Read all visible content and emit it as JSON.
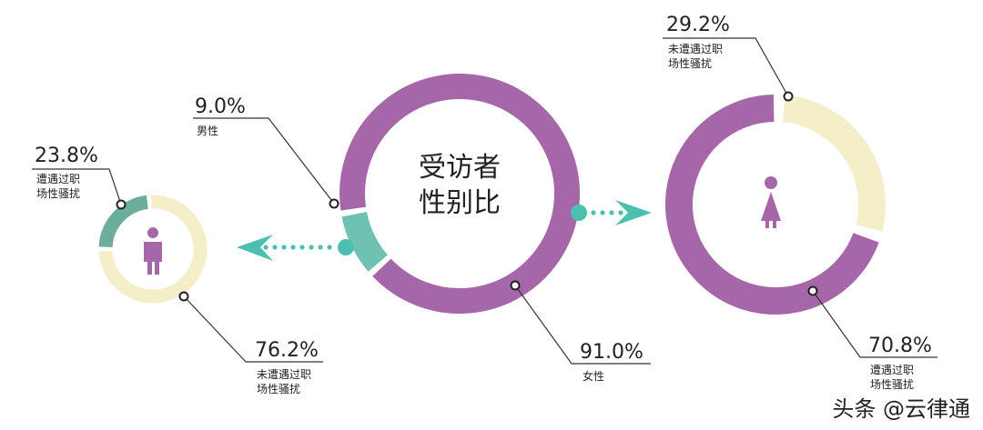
{
  "colors": {
    "female": "#A567A8",
    "male": "#6FC2B2",
    "male_harassed": "#6BAE9C",
    "cream": "#F5EFC9",
    "arrow": "#4DBFAE"
  },
  "chart_data": [
    {
      "type": "pie",
      "title": "受访者性别比",
      "slices": [
        {
          "label": "男性",
          "value": 9.0,
          "value_text": "9.0%"
        },
        {
          "label": "女性",
          "value": 91.0,
          "value_text": "91.0%"
        }
      ]
    },
    {
      "type": "pie",
      "title": "",
      "slices": [
        {
          "label": "遭遇过职场性骚扰",
          "label_lines": [
            "遭遇过职",
            "场性骚扰"
          ],
          "value": 23.8,
          "value_text": "23.8%"
        },
        {
          "label": "未遭遇过职场性骚扰",
          "label_lines": [
            "未遭遇过职",
            "场性骚扰"
          ],
          "value": 76.2,
          "value_text": "76.2%"
        }
      ]
    },
    {
      "type": "pie",
      "title": "",
      "slices": [
        {
          "label": "未遭遇过职场性骚扰",
          "label_lines": [
            "未遭遇过职",
            "场性骚扰"
          ],
          "value": 29.2,
          "value_text": "29.2%"
        },
        {
          "label": "遭遇过职场性骚扰",
          "label_lines": [
            "遭遇过职",
            "场性骚扰"
          ],
          "value": 70.8,
          "value_text": "70.8%"
        }
      ]
    }
  ],
  "center": {
    "title_line1": "受访者",
    "title_line2": "性别比"
  },
  "watermark": "头条 @云律通"
}
